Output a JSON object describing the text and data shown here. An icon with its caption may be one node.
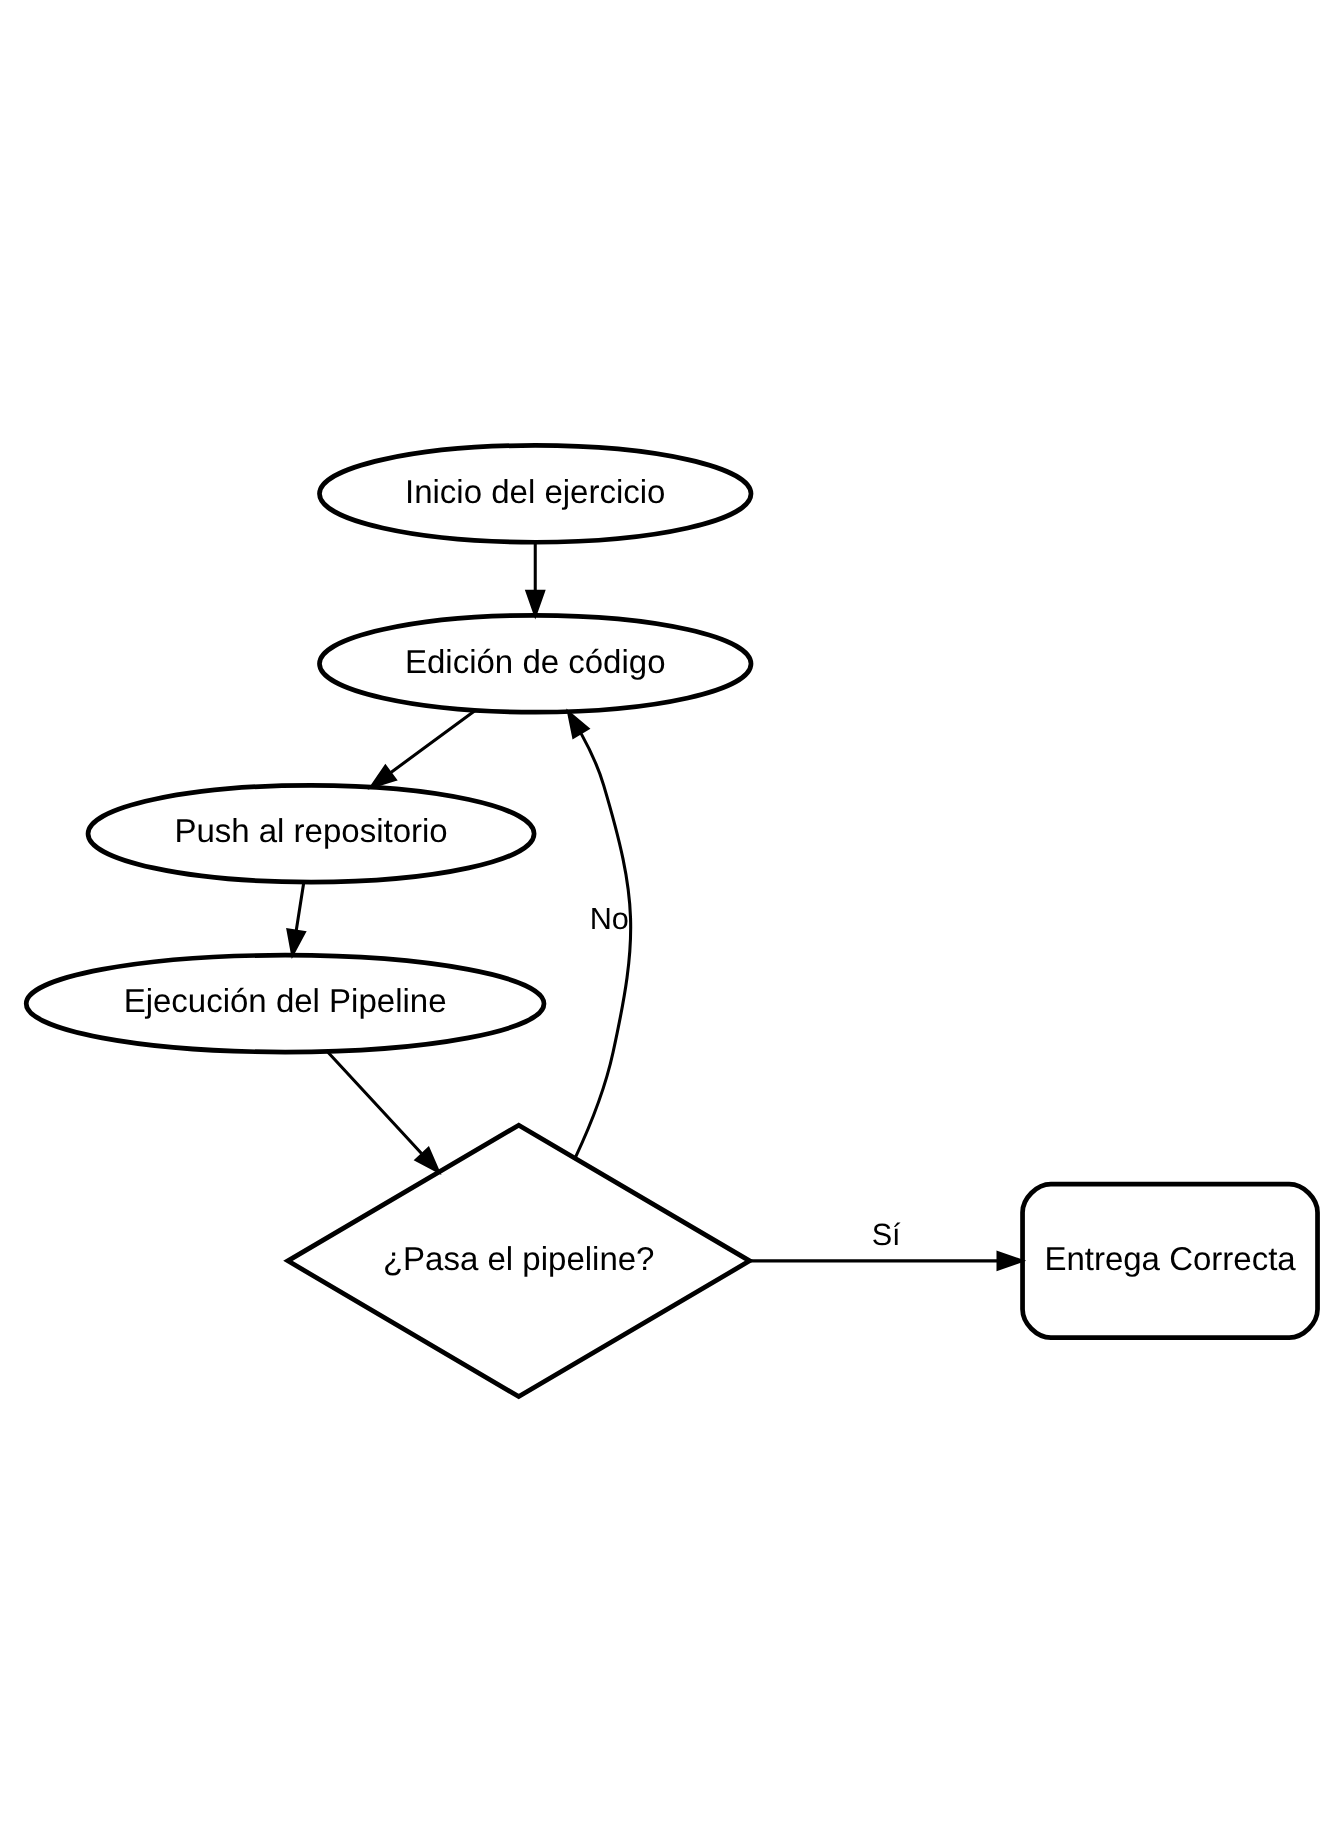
{
  "diagram": {
    "nodes": [
      {
        "text": [
          "Inicio del ejercicio"
        ]
      },
      {
        "text": [
          "Edición de código"
        ]
      },
      {
        "text": [
          "Push al repositorio"
        ]
      },
      {
        "text": [
          "Ejecución del Pipeline"
        ]
      },
      {
        "text": [
          "¿Pasa el pipeline?"
        ]
      },
      {
        "text": [
          "Entrega Correcta"
        ]
      }
    ],
    "edges": [
      {
        "from": 0,
        "to": 1,
        "arrow": "to"
      },
      {
        "from": 1,
        "to": 2,
        "arrow": "to"
      },
      {
        "from": 2,
        "to": 3,
        "arrow": "to"
      },
      {
        "from": 3,
        "to": 4,
        "arrow": "to"
      },
      {
        "from": 4,
        "to": 1,
        "arrow": "to",
        "label": "No"
      },
      {
        "from": 4,
        "to": 5,
        "arrow": "to",
        "label": "Sí"
      }
    ]
  }
}
